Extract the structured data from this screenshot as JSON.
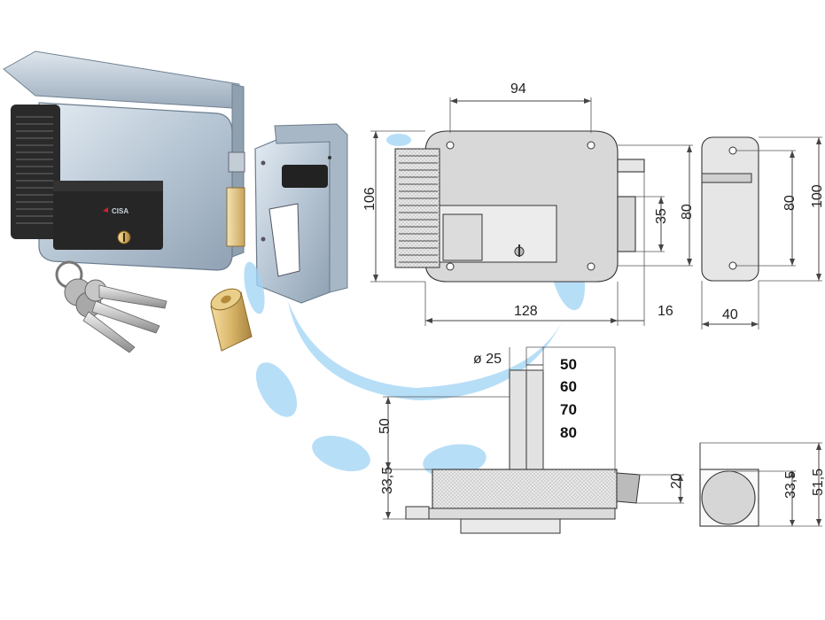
{
  "product": {
    "brand_label": "CISA"
  },
  "top_view": {
    "dim_width_top": "94",
    "dim_height_left": "106",
    "dim_bolt_height": "35",
    "dim_right_height": "80",
    "dim_width_bottom": "128",
    "dim_bolt_projection": "16"
  },
  "side_view": {
    "dim_height": "80",
    "dim_total_height": "100",
    "dim_depth": "40"
  },
  "section_view": {
    "dim_cylinder_diameter": "ø 25",
    "cylinder_lengths": [
      "50",
      "60",
      "70",
      "80"
    ],
    "dim_cylinder_height": "50",
    "dim_base_height": "33,5",
    "dim_bolt": "20"
  },
  "end_view": {
    "dim_inner": "33,5",
    "dim_outer": "51,5"
  },
  "colors": {
    "watermark": "#9fd3f5",
    "lock_body": "#b9c9d8",
    "handle": "#2a2a2a",
    "brass": "#d9b56a"
  }
}
